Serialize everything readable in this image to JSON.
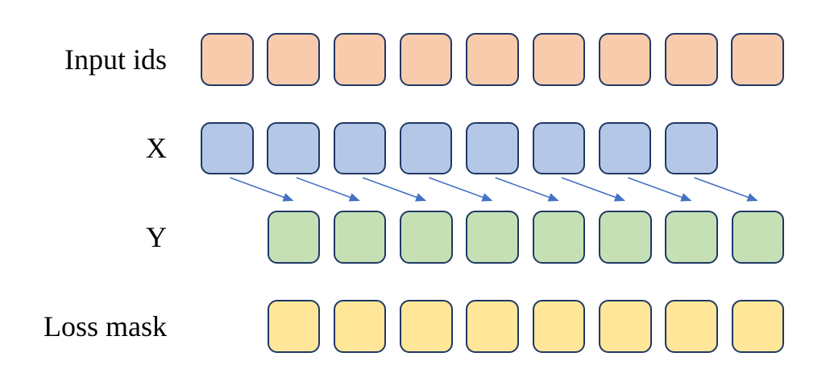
{
  "diagram": {
    "rows": [
      {
        "id": "input-ids",
        "label": "Input ids",
        "count": 9,
        "fill": "#F8CBAD"
      },
      {
        "id": "x",
        "label": "X",
        "count": 8,
        "fill": "#B4C7E7"
      },
      {
        "id": "y",
        "label": "Y",
        "count": 8,
        "fill": "#C5E0B4"
      },
      {
        "id": "loss-mask",
        "label": "Loss mask",
        "count": 8,
        "fill": "#FFE699"
      }
    ],
    "arrows": {
      "count": 8,
      "from_row": "X",
      "to_row": "Y",
      "direction": "down-right",
      "color": "#4472C4"
    },
    "colors": {
      "square_border": "#1F3864",
      "background": "#FFFFFF",
      "label_text": "#000000"
    }
  }
}
